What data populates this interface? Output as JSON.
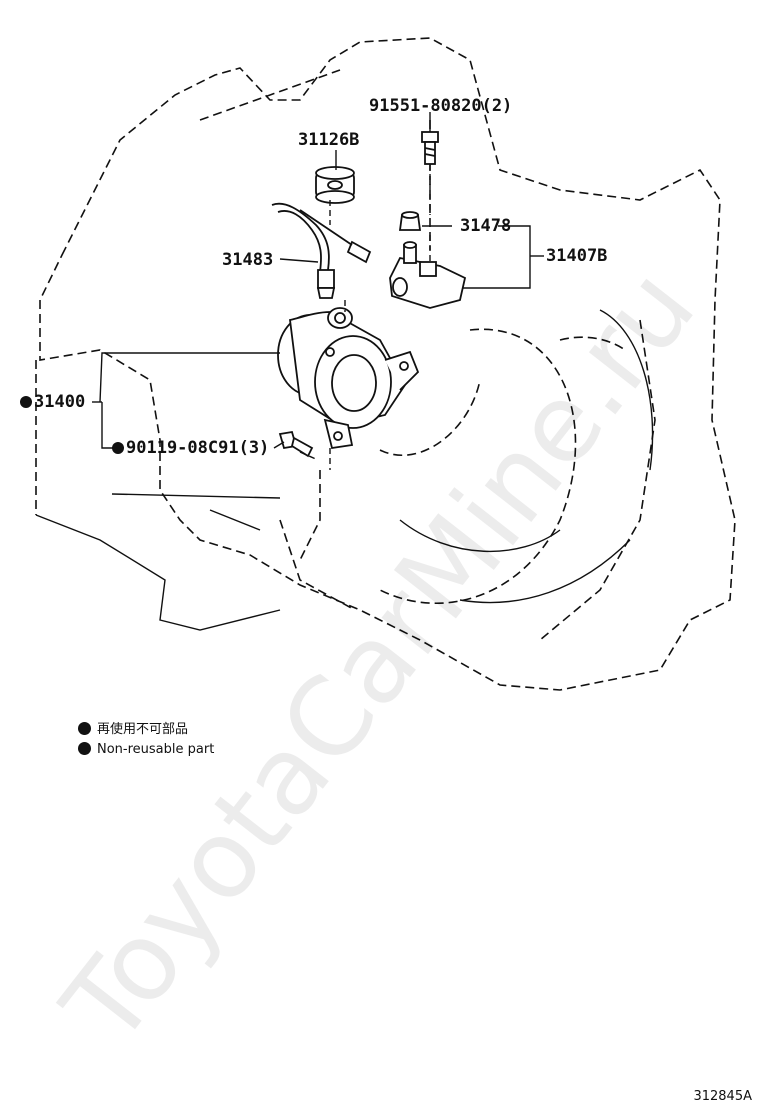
{
  "labels": {
    "p31126B": "31126B",
    "p91551": "91551-80820(2)",
    "p31478": "31478",
    "p31407B": "31407B",
    "p31483": "31483",
    "p31400": "31400",
    "p90119": "90119-08C91(3)"
  },
  "legend": {
    "jp": "再使用不可部品",
    "en": "Non-reusable part"
  },
  "watermark": "ToyotaCarMine.ru",
  "diagram_code": "312845A"
}
